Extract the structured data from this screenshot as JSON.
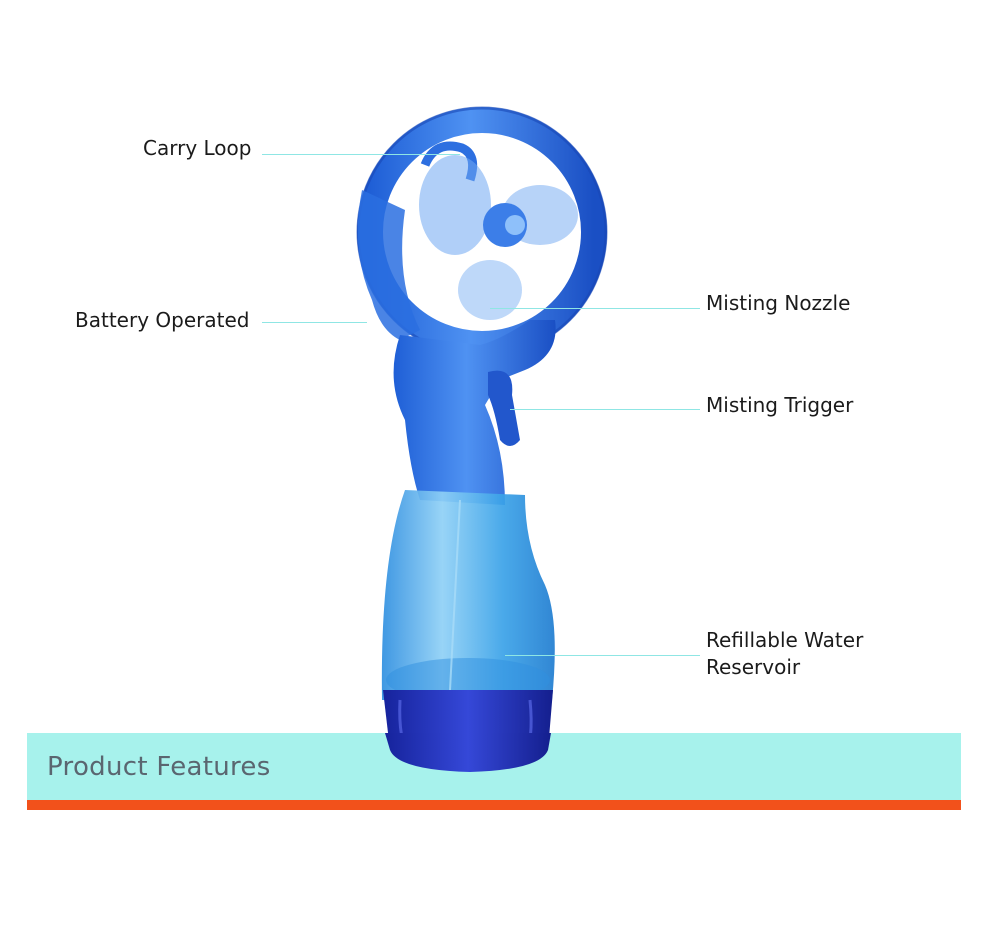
{
  "features": {
    "carry_loop": "Carry Loop",
    "battery_operated": "Battery Operated",
    "misting_nozzle": "Misting Nozzle",
    "misting_trigger": "Misting Trigger",
    "reservoir_line1": "Refillable Water",
    "reservoir_line2": "Reservoir"
  },
  "banner": {
    "title": "Product Features",
    "bg_color": "#a7f2ec",
    "stripe_color": "#f2511b"
  },
  "product": {
    "icon": "handheld-misting-fan-image",
    "body_color": "#2a6ee0",
    "base_color": "#1c2fb8",
    "reservoir_color": "#3fa7e6"
  }
}
